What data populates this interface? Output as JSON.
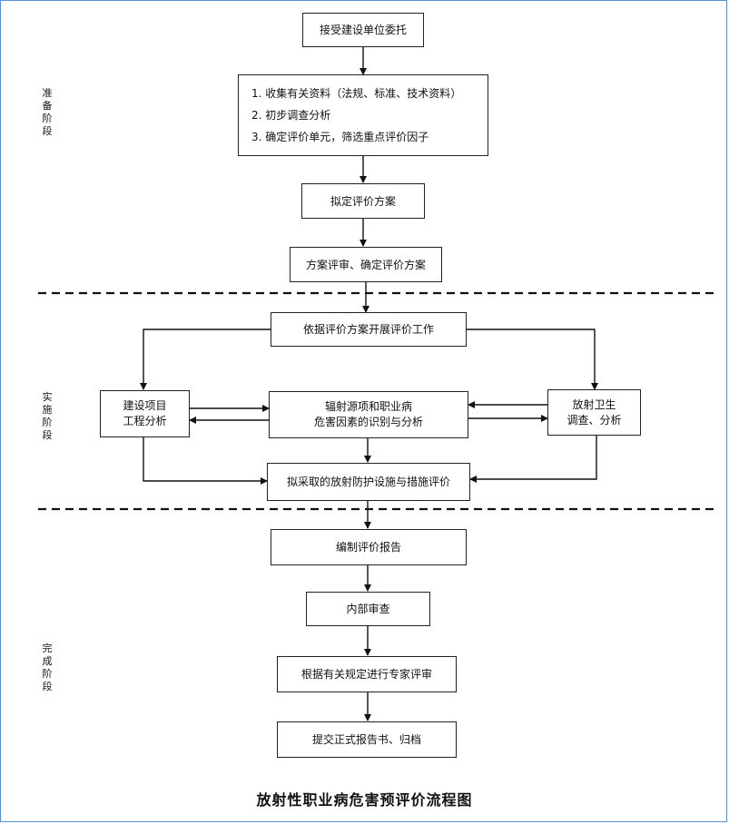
{
  "diagram": {
    "title": "放射性职业病危害预评价流程图",
    "stages": {
      "prepare": [
        "准",
        "备",
        "阶",
        "段"
      ],
      "implement": [
        "实",
        "施",
        "阶",
        "段"
      ],
      "complete": [
        "完",
        "成",
        "阶",
        "段"
      ]
    },
    "nodes": {
      "accept": "接受建设单位委托",
      "collect": [
        "1. 收集有关资料（法规、标准、技术资料）",
        "2. 初步调查分析",
        "3. 确定评价单元，筛选重点评价因子"
      ],
      "draft_plan": "拟定评价方案",
      "review_plan": "方案评审、确定评价方案",
      "carry_out": "依据评价方案开展评价工作",
      "project_analysis": [
        "建设项目",
        "工程分析"
      ],
      "identify": [
        "辐射源项和职业病",
        "危害因素的识别与分析"
      ],
      "health_survey": [
        "放射卫生",
        "调查、分析"
      ],
      "measures": "拟采取的放射防护设施与措施评价",
      "compile": "编制评价报告",
      "internal_review": "内部审查",
      "expert_review": "根据有关规定进行专家评审",
      "submit": "提交正式报告书、归档"
    }
  }
}
